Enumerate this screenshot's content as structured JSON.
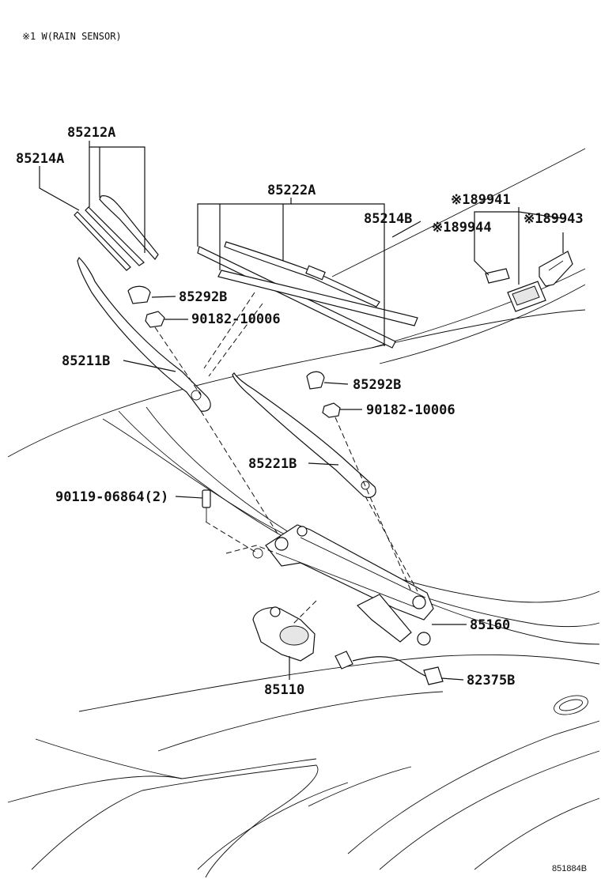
{
  "note": "※1 W(RAIN SENSOR)",
  "diagram_id": "851884B",
  "labels": {
    "l_85212A": "85212A",
    "l_85214A": "85214A",
    "l_85222A": "85222A",
    "l_85214B": "85214B",
    "l_89941": "※189941",
    "l_89944": "※189944",
    "l_89943": "※189943",
    "l_85292B_1": "85292B",
    "l_90182_1": "90182-10006",
    "l_85211B": "85211B",
    "l_85292B_2": "85292B",
    "l_90182_2": "90182-10006",
    "l_85221B": "85221B",
    "l_90119": "90119-06864(2)",
    "l_85160": "85160",
    "l_85110": "85110",
    "l_82375B": "82375B"
  }
}
